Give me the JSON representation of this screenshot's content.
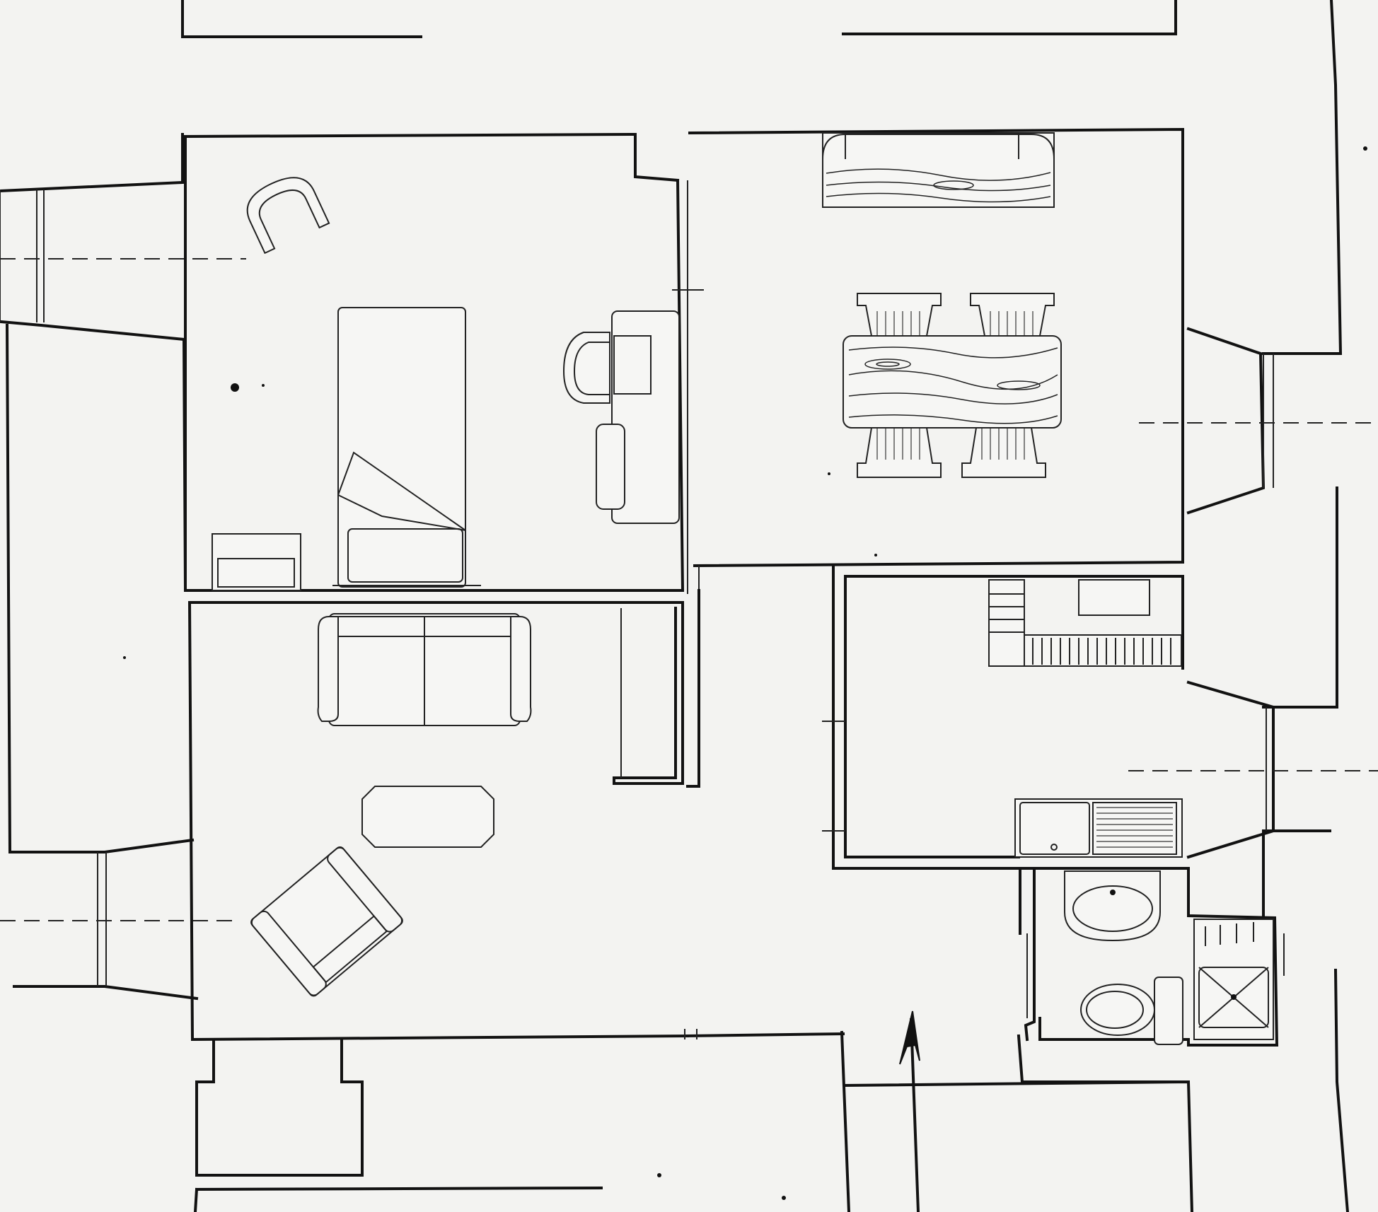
{
  "drawing": {
    "type": "architectural floor plan",
    "line_color": "#121212",
    "paper_color": "#f3f3f1"
  },
  "rooms": [
    {
      "id": "bedroom",
      "furniture": [
        "armchair",
        "single-bed",
        "desk",
        "desk-chair",
        "bedside-table"
      ]
    },
    {
      "id": "dining-room",
      "furniture": [
        "sideboard",
        "dining-table",
        "dining-chair",
        "dining-chair",
        "dining-chair",
        "dining-chair"
      ]
    },
    {
      "id": "living-room",
      "furniture": [
        "sofa",
        "coffee-table",
        "lounge-armchair",
        "wardrobe"
      ]
    },
    {
      "id": "kitchen",
      "furniture": [
        "staircase",
        "sink-counter",
        "cupboard"
      ]
    },
    {
      "id": "bathroom",
      "furniture": [
        "washbasin",
        "toilet",
        "shower"
      ]
    }
  ],
  "icons": {
    "entrance": "entrance-arrow-icon"
  }
}
